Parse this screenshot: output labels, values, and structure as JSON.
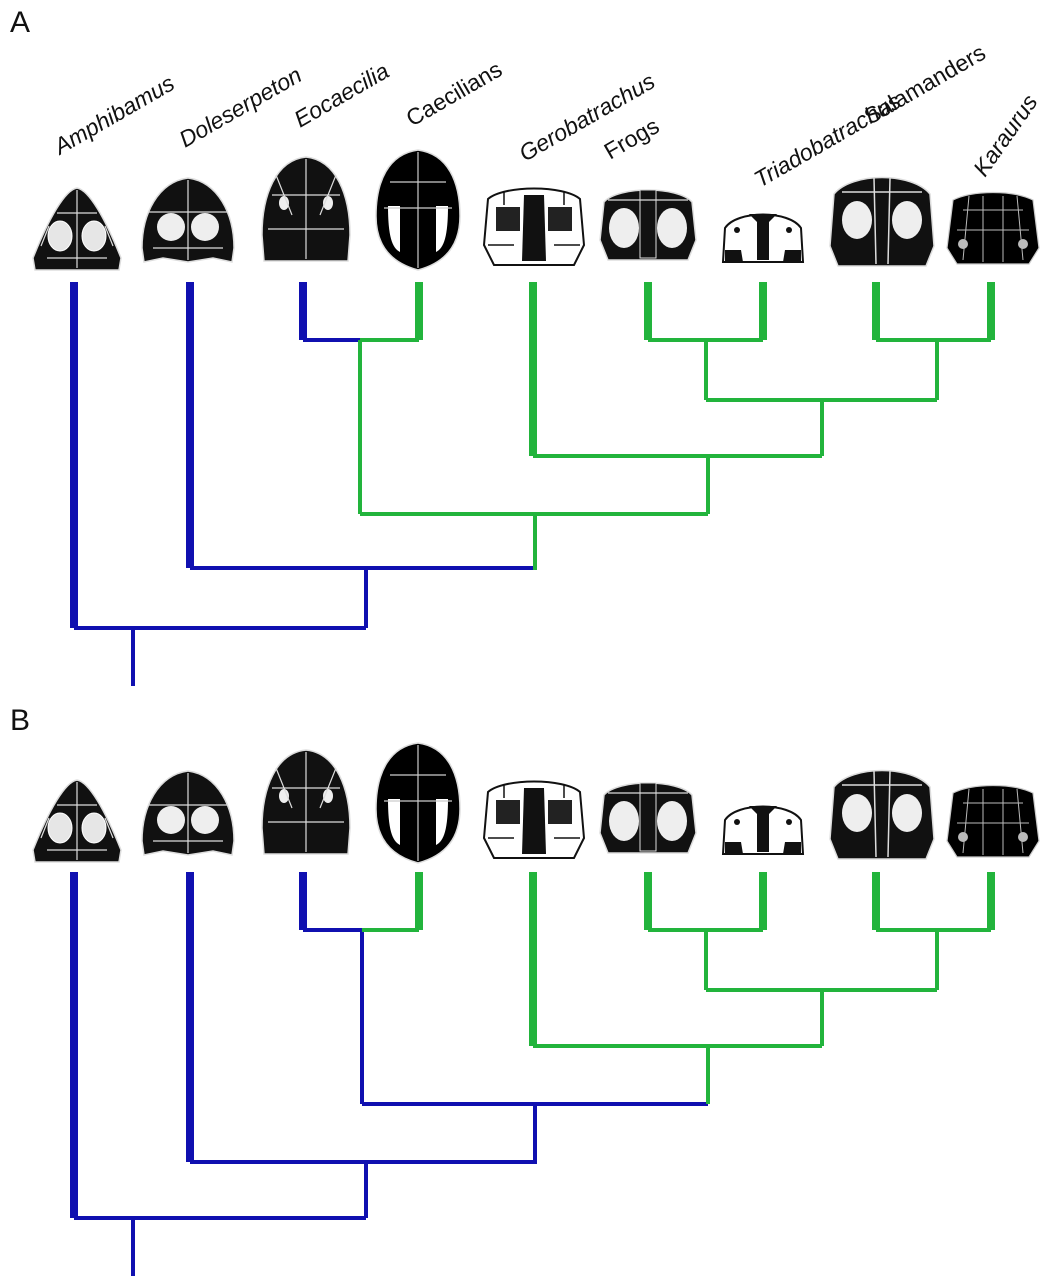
{
  "panels": [
    {
      "label": "A"
    },
    {
      "label": "B"
    }
  ],
  "taxa": [
    {
      "name": "Amphibamus",
      "italic": true
    },
    {
      "name": "Doleserpeton",
      "italic": true
    },
    {
      "name": "Eocaecilia",
      "italic": true
    },
    {
      "name": "Caecilians",
      "italic": false
    },
    {
      "name": "Gerobatrachus",
      "italic": true
    },
    {
      "name": "Frogs",
      "italic": false
    },
    {
      "name": "Triadobatrachus",
      "italic": true
    },
    {
      "name": "Salamanders",
      "italic": false
    },
    {
      "name": "Karaurus",
      "italic": true
    }
  ],
  "colors": {
    "blue": "#1010b0",
    "green": "#22b43c",
    "skull_fill": "#111111",
    "skull_suture": "#e8e8e8"
  },
  "icons": [
    "skull-icon"
  ]
}
